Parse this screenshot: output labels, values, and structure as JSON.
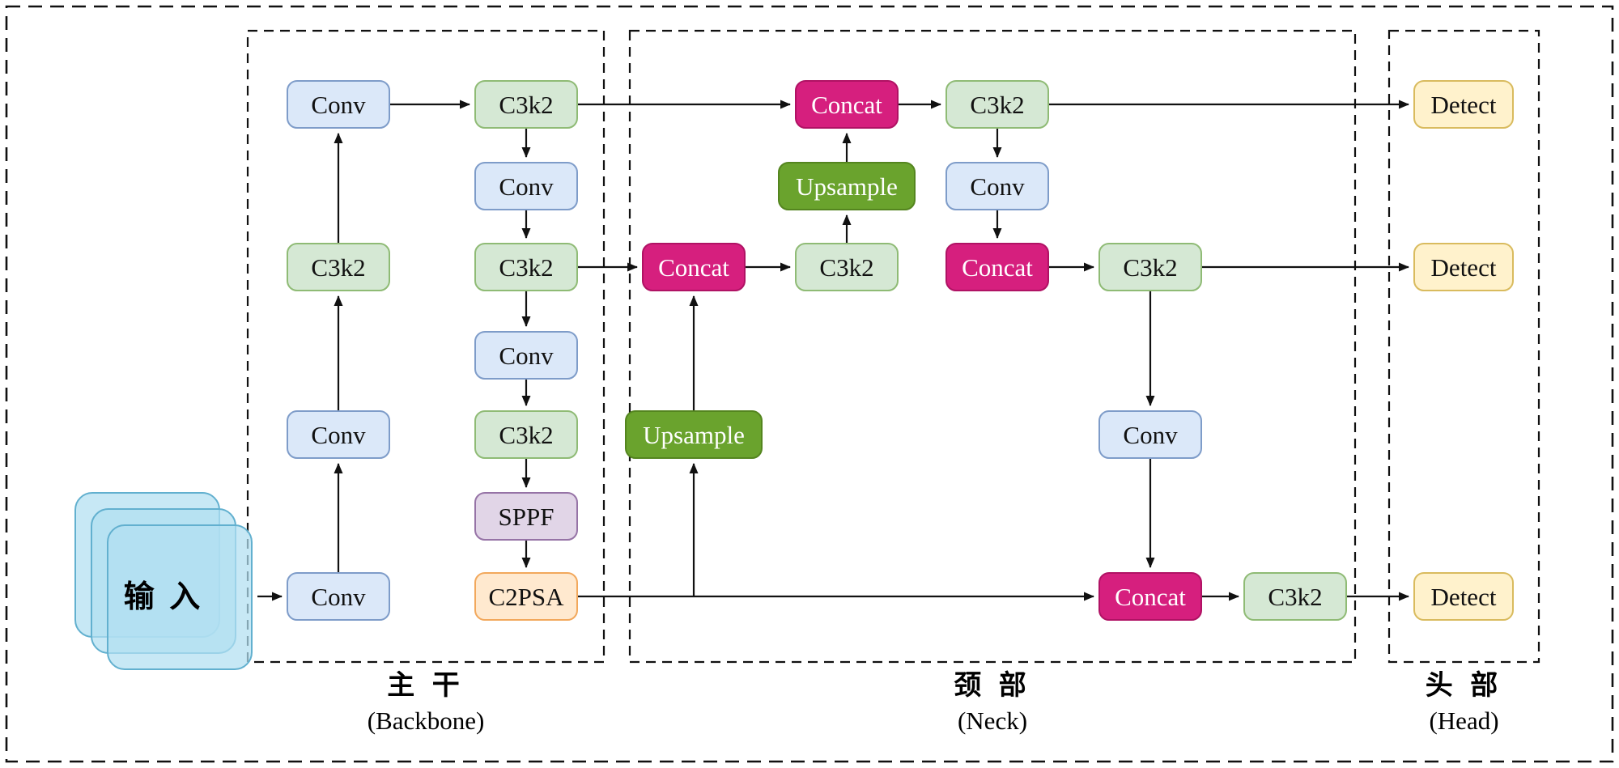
{
  "diagram": {
    "input": {
      "label": "输 入"
    },
    "sections": {
      "backbone": {
        "label_zh": "主 干",
        "label_en": "(Backbone)"
      },
      "neck": {
        "label_zh": "颈 部",
        "label_en": "(Neck)"
      },
      "head": {
        "label_zh": "头 部",
        "label_en": "(Head)"
      }
    },
    "block_labels": {
      "conv": "Conv",
      "c3k2": "C3k2",
      "sppf": "SPPF",
      "c2psa": "C2PSA",
      "concat": "Concat",
      "upsample": "Upsample",
      "detect": "Detect"
    }
  },
  "colors": {
    "conv_fill": "#dbe8f9",
    "conv_border": "#7e9cc9",
    "c3k2_fill": "#d5e8d4",
    "c3k2_border": "#8fbb75",
    "sppf_fill": "#e1d5e7",
    "sppf_border": "#9673a6",
    "c2psa_fill": "#ffe9cf",
    "c2psa_border": "#f2a85c",
    "concat_fill": "#d61f7e",
    "concat_border": "#b01264",
    "upsample_fill": "#6aa32d",
    "upsample_border": "#54851f",
    "detect_fill": "#fff2cc",
    "detect_border": "#d9bb5e",
    "input_fill": "#b1dff1",
    "input_border": "#62b0cf"
  }
}
